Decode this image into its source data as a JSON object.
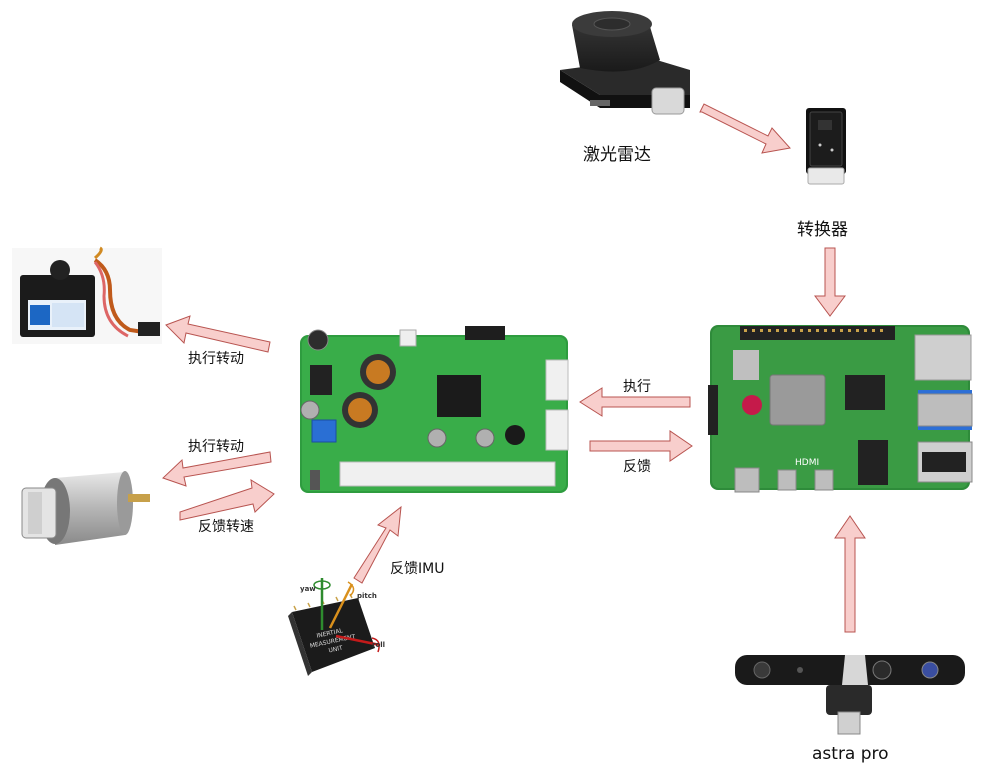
{
  "diagram": {
    "arrow_style": {
      "fill": "#f8cecc",
      "stroke": "#b85450"
    },
    "nodes": {
      "lidar": {
        "label": "激光雷达",
        "icon": "lidar-icon"
      },
      "converter": {
        "label": "转换器",
        "icon": "usb-converter-icon"
      },
      "raspberry_pi": {
        "icon": "raspberry-pi-board-icon"
      },
      "controller": {
        "icon": "controller-board-icon"
      },
      "servo": {
        "icon": "servo-motor-icon"
      },
      "dc_motor": {
        "icon": "dc-gear-motor-icon"
      },
      "imu": {
        "icon": "imu-chip-icon",
        "chip_text": [
          "INERTIAL",
          "MEASUREMENT",
          "UNIT"
        ],
        "axes": [
          "yaw",
          "pitch",
          "roll"
        ]
      },
      "camera": {
        "label": "astra pro",
        "icon": "depth-camera-icon"
      }
    },
    "edges": {
      "pi_to_controller": "执行",
      "controller_to_pi": "反馈",
      "controller_to_servo": "执行转动",
      "controller_to_motor": "执行转动",
      "motor_to_controller": "反馈转速",
      "imu_to_controller": "反馈IMU"
    }
  }
}
